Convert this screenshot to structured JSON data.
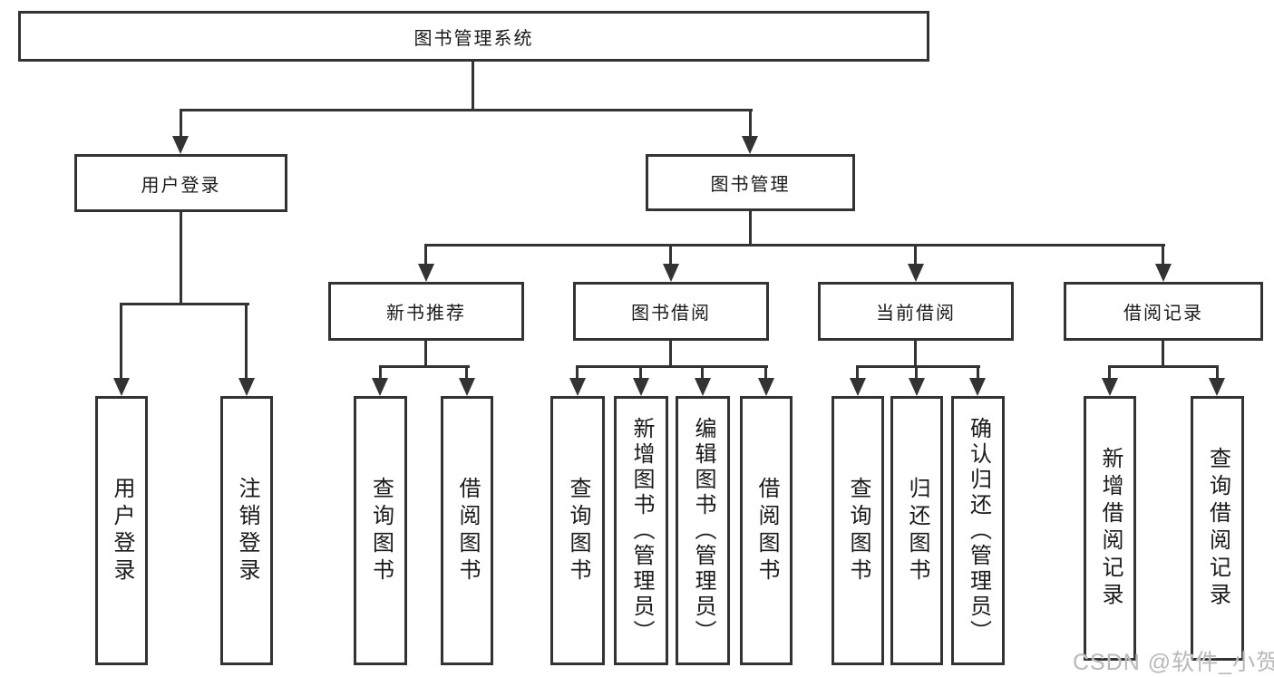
{
  "diagram": {
    "root": {
      "label": "图书管理系统"
    },
    "level2": [
      {
        "label": "用户登录"
      },
      {
        "label": "图书管理"
      }
    ],
    "level3": [
      {
        "label": "新书推荐"
      },
      {
        "label": "图书借阅"
      },
      {
        "label": "当前借阅"
      },
      {
        "label": "借阅记录"
      }
    ],
    "leaves": {
      "user_login": [
        "用户登录",
        "注销登录"
      ],
      "new_books": [
        "查询图书",
        "借阅图书"
      ],
      "book_borrow": [
        "查询图书",
        "新增图书（管理员）",
        "编辑图书（管理员）",
        "借阅图书"
      ],
      "current_borrow": [
        "查询图书",
        "归还图书",
        "确认归还（管理员）"
      ],
      "borrow_records": [
        "新增借阅记录",
        "查询借阅记录"
      ]
    }
  },
  "watermark": {
    "text": "CSDN @软件_小贺同学"
  },
  "colors": {
    "line": "#333333",
    "text": "#1a1a1a",
    "background": "#ffffff",
    "watermark": "#b9b9b9"
  }
}
